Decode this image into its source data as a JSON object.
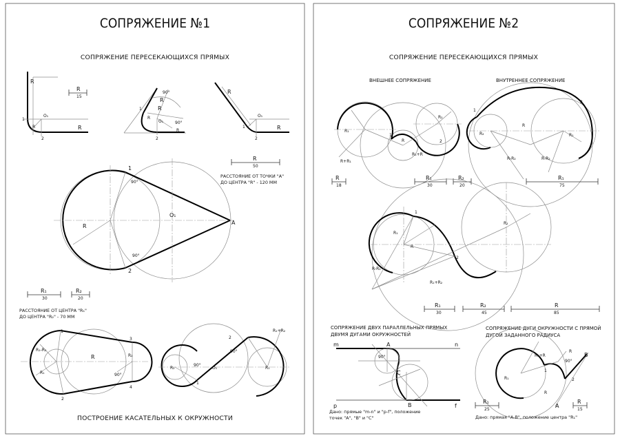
{
  "sheet1": {
    "title": "СОПРЯЖЕНИЕ №1",
    "subtitle": "СОПРЯЖЕНИЕ ПЕРЕСЕКАЮЩИХСЯ ПРЯМЫХ",
    "bottom_title": "ПОСТРОЕНИЕ КАСАТЕЛЬНЫХ К ОКРУЖНОСТИ",
    "note_a_line1": "РАССТОЯНИЕ ОТ ТОЧКИ \"А\"",
    "note_a_line2": "ДО ЦЕНТРА \"R\" - 120 ММ",
    "note_r_line1": "РАССТОЯНИЕ ОТ ЦЕНТРА \"R₁\"",
    "note_r_line2": "ДО ЦЕНТРА \"R₂\" - 70 ММ",
    "dims": {
      "r15_label": "R",
      "r15_value": "15",
      "r50_label": "R",
      "r50_value": "50",
      "r1_label": "R₁",
      "r1_value": "30",
      "r2_label": "R₂",
      "r2_value": "20"
    },
    "labels": {
      "r": "R",
      "o1": "O₁",
      "p1": "1",
      "p2": "2",
      "p3": "3",
      "p4": "4",
      "a": "A",
      "r1": "R₁",
      "r2": "R₂",
      "r1r2": "R₁-R₂",
      "r1pr": "R₁+R₂",
      "deg90": "90°"
    }
  },
  "sheet2": {
    "title": "СОПРЯЖЕНИЕ №2",
    "subtitle": "СОПРЯЖЕНИЕ ПЕРЕСЕКАЮЩИХСЯ ПРЯМЫХ",
    "outer_label": "ВНЕШНЕЕ СОПРЯЖЕНИЕ",
    "inner_label": "ВНУТРЕННЕЕ СОПРЯЖЕНИЕ",
    "parallel_title_line1": "СОПРЯЖЕНИЕ ДВУХ ПАРАЛЛЕЛЬНЫХ ПРЯМЫХ",
    "parallel_title_line2": "ДВУМЯ ДУГАМИ ОКРУЖНОСТЕЙ",
    "arc_title_line1": "СОПРЯЖЕНИЕ ДУГИ ОКРУЖНОСТИ С ПРЯМОЙ",
    "arc_title_line2": "ДУГОЙ ЗАДАННОГО РАДИУСА",
    "given1_line1": "Дано: прямые \"m-n\" и \"p-f\", положение",
    "given1_line2": "точек \"А\", \"В\" и \"С\"",
    "given2": "Дано: прямая \"А-В\", положение центра \"R₁\"",
    "dims": {
      "r18_label": "R",
      "r18_value": "18",
      "r1_30_label": "R₁",
      "r1_30_value": "30",
      "r2_20_label": "R₂",
      "r2_20_value": "20",
      "r1_75_label": "R₁",
      "r1_75_value": "75",
      "b_r1_label": "R₁",
      "b_r1_value": "30",
      "b_r2_label": "R₂",
      "b_r2_value": "45",
      "b_r_label": "R",
      "b_r_value": "85",
      "c_r1_label": "R₁",
      "c_r1_value": "25",
      "c_r_label": "R",
      "c_r_value": "15"
    },
    "labels": {
      "m": "m",
      "n": "n",
      "p": "p",
      "f": "f",
      "a": "A",
      "b": "B",
      "c": "C",
      "r": "R",
      "r1": "R₁",
      "r2": "R₂",
      "rr1": "R+R₁",
      "r1r": "R₁+R",
      "rr2": "R-R₂",
      "r1pr2": "R₁+R₂",
      "p1": "1",
      "p2": "2",
      "deg90": "90°"
    }
  }
}
